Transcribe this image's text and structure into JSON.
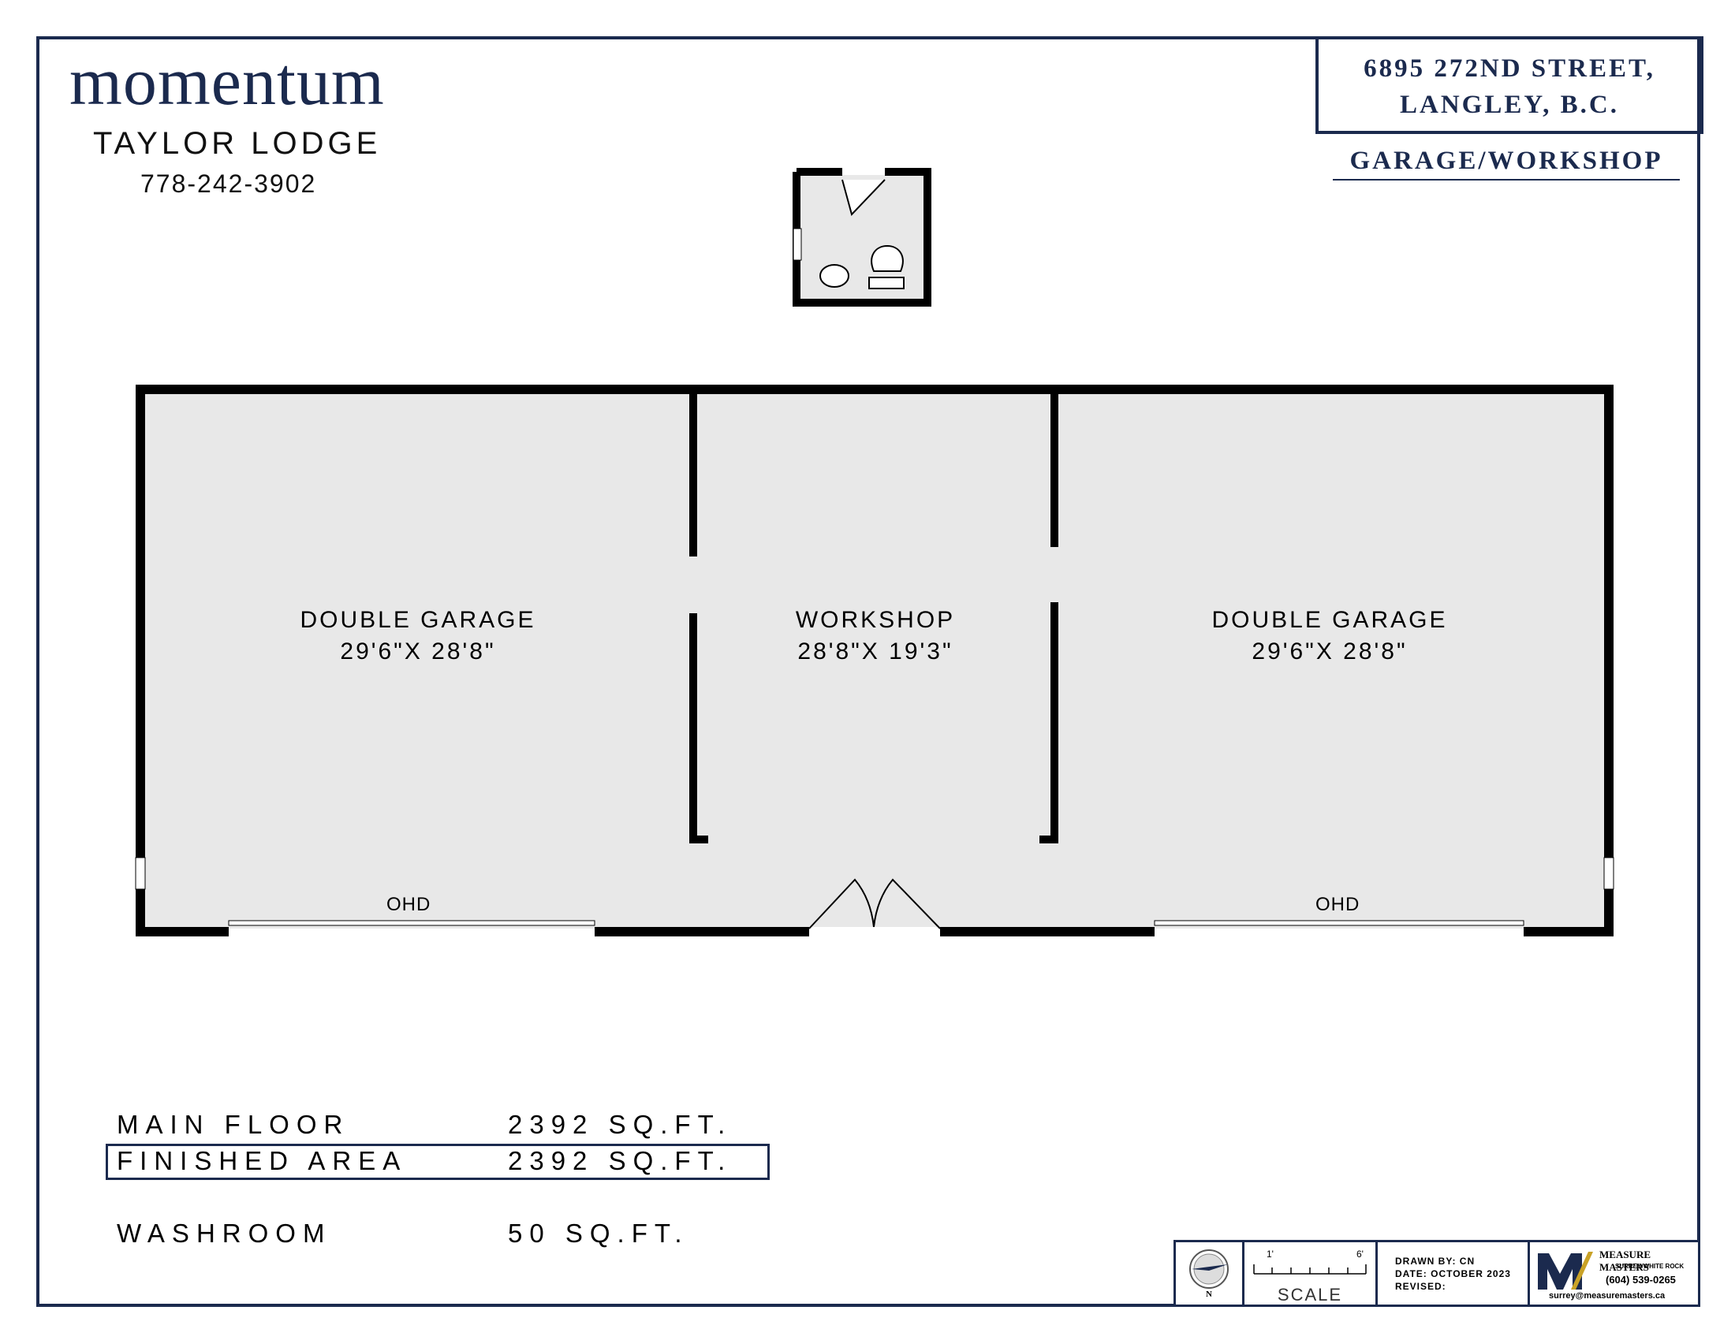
{
  "header": {
    "brand": "momentum",
    "agent_name": "TAYLOR LODGE",
    "phone": "778-242-3902",
    "address_line1": "6895 272ND STREET,",
    "address_line2": "LANGLEY, B.C.",
    "plan_type": "GARAGE/WORKSHOP"
  },
  "rooms": [
    {
      "name": "DOUBLE GARAGE",
      "dims": "29'6\"X 28'8\""
    },
    {
      "name": "WORKSHOP",
      "dims": "28'8\"X 19'3\""
    },
    {
      "name": "DOUBLE GARAGE",
      "dims": "29'6\"X 28'8\""
    }
  ],
  "door_labels": [
    "OHD",
    "OHD"
  ],
  "areas": [
    {
      "label": "MAIN FLOOR",
      "value": "2392 SQ.FT."
    },
    {
      "label": "FINISHED AREA",
      "value": "2392 SQ.FT."
    },
    {
      "label": "WASHROOM",
      "value": "50 SQ.FT."
    }
  ],
  "title_block": {
    "north": "N",
    "scale_start": "1'",
    "scale_end": "6'",
    "scale_label": "SCALE",
    "drawn_by": "DRAWN BY: CN",
    "date": "DATE: OCTOBER 2023",
    "revised": "REVISED:",
    "company": "MEASURE MASTERS",
    "company_area": "SURREY/WHITE ROCK",
    "company_phone": "(604) 539-0265",
    "company_email": "surrey@measuremasters.ca"
  },
  "colors": {
    "brand_navy": "#1b2a4e",
    "floor_fill": "#e8e8e8",
    "wall": "#000000",
    "logo_gold": "#c9a227"
  }
}
